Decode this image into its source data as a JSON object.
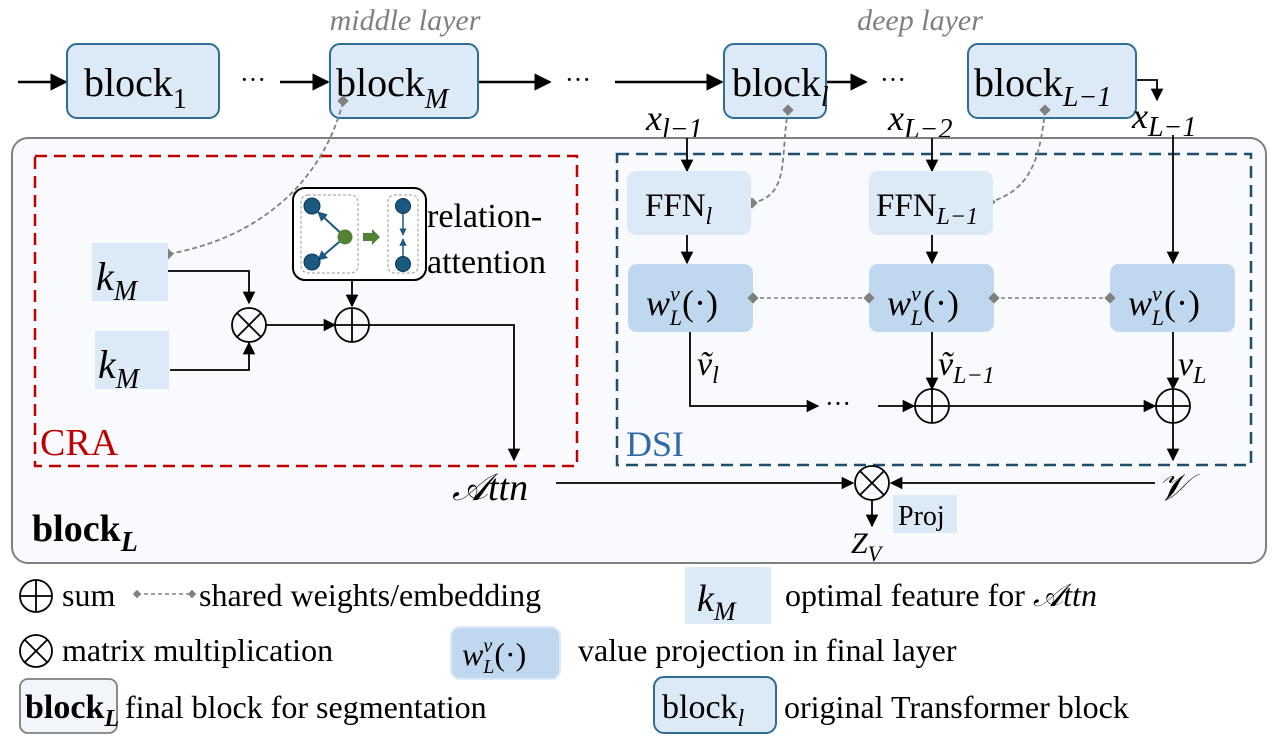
{
  "top_row": {
    "middle_label": "middle layer",
    "deep_label": "deep layer",
    "blocks": [
      {
        "base": "block",
        "sub": "1"
      },
      {
        "base": "block",
        "sub": "M"
      },
      {
        "base": "block",
        "sub": "l"
      },
      {
        "base": "block",
        "sub": "L−1"
      }
    ],
    "ellipsis": "···",
    "inputs": [
      {
        "base": "x",
        "sub": "l−1"
      },
      {
        "base": "x",
        "sub": "L−2"
      },
      {
        "base": "x",
        "sub": "L−1"
      }
    ]
  },
  "final_block": {
    "label_base": "block",
    "label_sub": "L",
    "cra": {
      "title": "CRA",
      "key1": {
        "base": "k",
        "sub": "M"
      },
      "key2": {
        "base": "k",
        "sub": "M"
      },
      "relation_label_line1": "relation-",
      "relation_label_line2": "attention",
      "output": "𝒜ttn"
    },
    "dsi": {
      "title": "DSI",
      "ffn": [
        {
          "base": "FFN",
          "sub": "l"
        },
        {
          "base": "FFN",
          "sub": "L−1"
        }
      ],
      "proj_boxes": [
        {
          "base": "w",
          "sup": "v",
          "sub": "L",
          "arg": "(·)"
        },
        {
          "base": "w",
          "sup": "v",
          "sub": "L",
          "arg": "(·)"
        },
        {
          "base": "w",
          "sup": "v",
          "sub": "L",
          "arg": "(·)"
        }
      ],
      "values": [
        {
          "base": "ṽ",
          "sub": "l"
        },
        {
          "base": "ṽ",
          "sub": "L−1"
        },
        {
          "base": "v",
          "sub": "L"
        }
      ],
      "ellipsis": "···",
      "output": "𝒱"
    },
    "proj_label": "Proj",
    "result": {
      "base": "Z",
      "sub": "V"
    }
  },
  "legend": {
    "sum": "sum",
    "shared": "shared weights/embedding",
    "key_symbol": {
      "base": "k",
      "sub": "M"
    },
    "key_desc": "optimal feature for",
    "key_desc_attn": "𝒜ttn",
    "matmul": "matrix multiplication",
    "proj_symbol": {
      "base": "w",
      "sup": "v",
      "sub": "L",
      "arg": "(·)"
    },
    "proj_desc": "value projection in final layer",
    "final_symbol": {
      "base": "block",
      "sub": "L"
    },
    "final_desc": "final block for segmentation",
    "orig_symbol": {
      "base": "block",
      "sub": "l"
    },
    "orig_desc": "original Transformer block"
  },
  "colors": {
    "block_fill": "#dce9f6",
    "block_stroke": "#2e6e92",
    "ffn_fill": "#dce9f6",
    "proj_fill": "#c0d8ef",
    "cra_border": "#c00000",
    "dsi_border": "#1f4e69",
    "dsi_text": "#2e6aa6",
    "cra_text": "#c00000",
    "node_dark": "#1a5a80",
    "node_green": "#548235",
    "gray_italic": "#7f7f7f",
    "shared_link": "#808080",
    "panel_fill": "#f8fafd",
    "panel_stroke": "#7f7f7f"
  }
}
